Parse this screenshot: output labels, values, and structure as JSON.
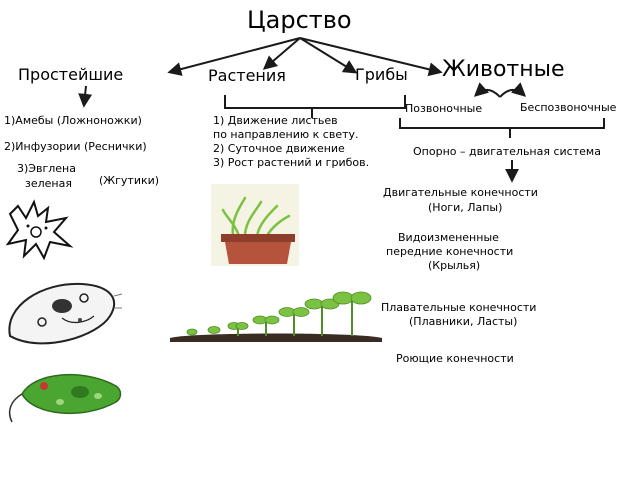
{
  "title": "Царство",
  "kingdoms": {
    "protists": "Простейшие",
    "plants": "Растения",
    "fungi": "Грибы",
    "animals": "Животные"
  },
  "protists_list": {
    "item1": "1)Амебы (Ложноножки)",
    "item2": "2)Инфузории (Реснички)",
    "item3_line1": "3)Эвглена",
    "item3_line2": "зеленая",
    "item3_note": "(Жгутики)"
  },
  "plants_list": {
    "item1_line1": "1)   Движение листьев",
    "item1_line2": "по направлению к свету.",
    "item2": "2) Суточное движение",
    "item3": "3) Рост растений и грибов."
  },
  "animals": {
    "vertebrates": "Позвоночные",
    "invertebrates": "Беспозвоночные",
    "system": "Опорно – двигательная система",
    "limbs_motor_line1": "Двигательные конечности",
    "limbs_motor_line2": "(Ноги, Лапы)",
    "limbs_modified_line1": "Видоизмененные",
    "limbs_modified_line2": "передние конечности",
    "limbs_modified_line3": "(Крылья)",
    "limbs_swim_line1": "Плавательные конечности",
    "limbs_swim_line2": "(Плавники, Ласты)",
    "limbs_dig": "Роющие конечности"
  },
  "colors": {
    "arrow": "#1a1a1a",
    "pot": "#b5533c",
    "soil": "#3a2c22",
    "sprout": "#7cc242",
    "euglena": "#4aa531"
  },
  "icons": [
    "amoeba",
    "paramecium",
    "euglena",
    "plant-pot",
    "seedling-row"
  ]
}
